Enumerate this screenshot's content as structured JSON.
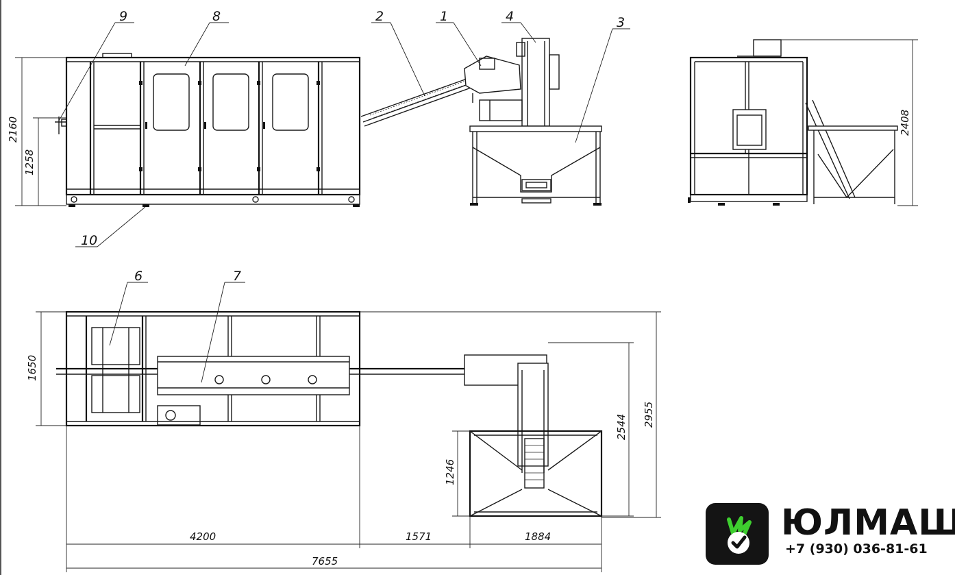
{
  "callouts": [
    "1",
    "2",
    "3",
    "4",
    "6",
    "7",
    "8",
    "9",
    "10"
  ],
  "callout_labels": {
    "c1": "1",
    "c2": "2",
    "c3": "3",
    "c4": "4",
    "c6": "6",
    "c7": "7",
    "c8": "8",
    "c9": "9",
    "c10": "10"
  },
  "dimensions": {
    "d2160": "2160",
    "d1258": "1258",
    "d2408": "2408",
    "d1650": "1650",
    "d1246": "1246",
    "d2544": "2544",
    "d2955": "2955",
    "d4200": "4200",
    "d1571": "1571",
    "d1884": "1884",
    "d7655": "7655"
  },
  "brand": {
    "name": "ЮЛМАШ",
    "phone": "+7 (930) 036-81-61",
    "logo_icon": "hand-check-logo-icon",
    "logo_bg": "#141414",
    "logo_accent": "#3ecf2f"
  }
}
